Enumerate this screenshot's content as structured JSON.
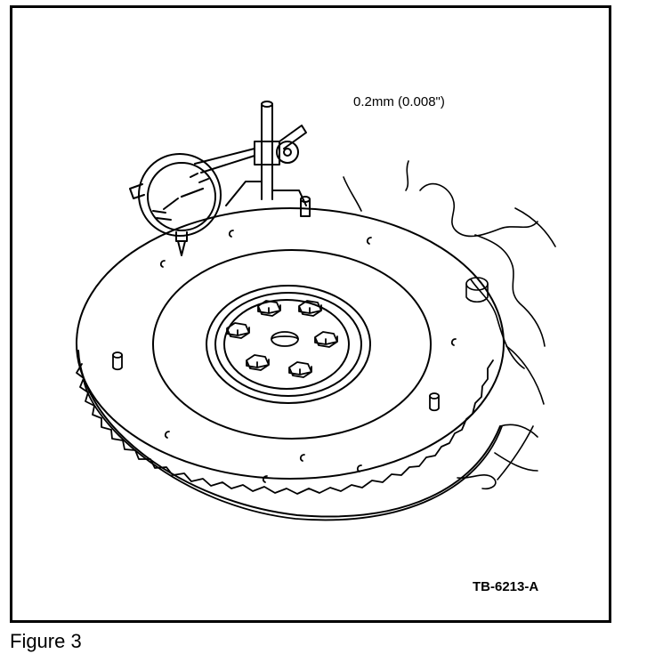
{
  "figure": {
    "measurement_label": "0.2mm (0.008\")",
    "reference_code": "TB-6213-A",
    "caption": "Figure 3"
  },
  "illustration": {
    "subject": "flywheel-runout-check",
    "icons": [
      "dial-indicator-icon",
      "flywheel-icon",
      "ring-gear-icon",
      "engine-block-icon"
    ],
    "colors": {
      "ink": "#000000",
      "paper": "#ffffff"
    }
  }
}
